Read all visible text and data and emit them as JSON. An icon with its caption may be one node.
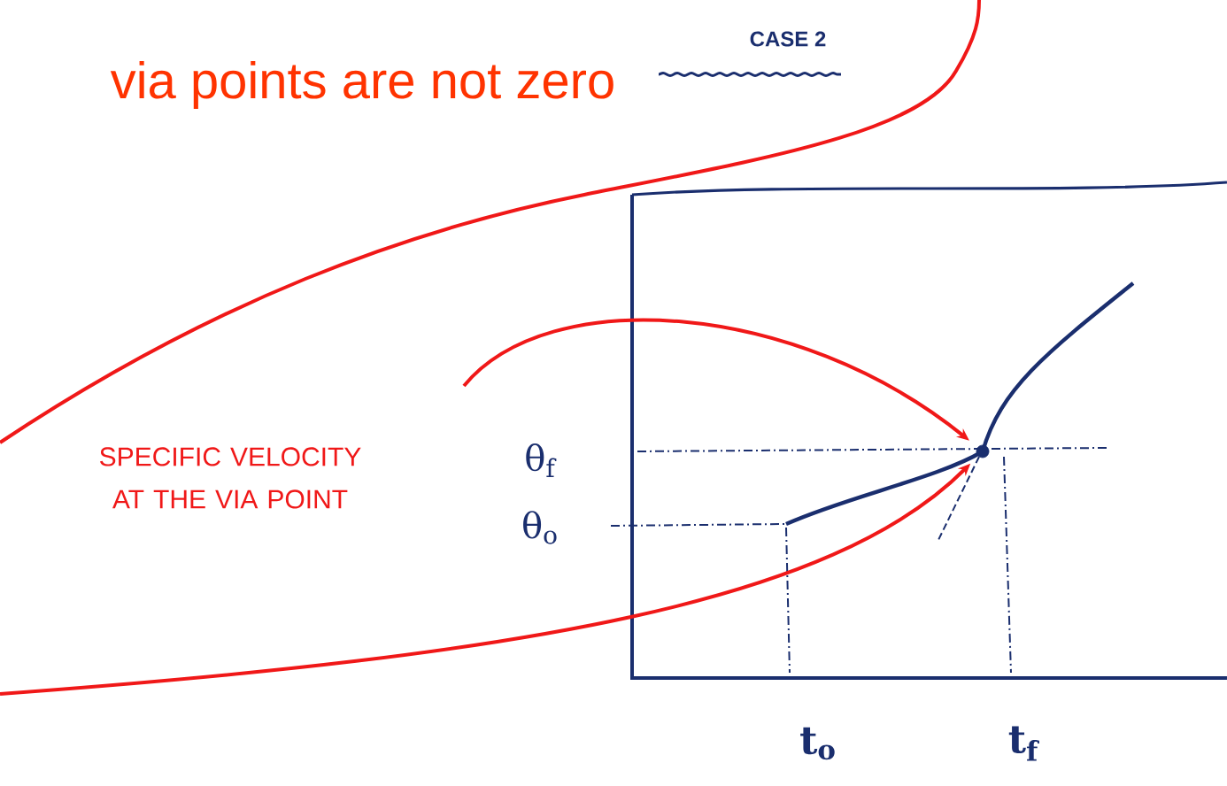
{
  "diagram": {
    "nodes": [
      {
        "text": [
          "SPECIFIC VELOCITY AT THE VIA POINT"
        ]
      },
      {
        "text": [],
        "shape": "circle"
      }
    ],
    "edges": [
      {
        "from": 0,
        "to": 1,
        "arrow": "to"
      },
      {
        "from": null,
        "to": 1,
        "arrow": "to"
      }
    ],
    "labels": [
      "via points are not zero",
      "CASE 2",
      "θ$_{f}$",
      "θ$_{o}$",
      "t$_{o}$",
      "t$_{f}$"
    ]
  }
}
